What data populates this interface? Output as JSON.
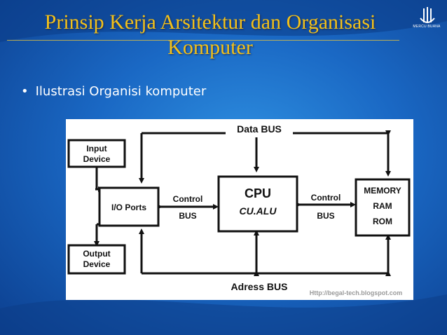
{
  "slide": {
    "title": "Prinsip Kerja Arsitektur dan Organisasi Komputer",
    "logo_text": "MERCU BUANA",
    "bullet": "Ilustrasi Organisi komputer"
  },
  "diagram": {
    "data_bus": "Data BUS",
    "adress_bus": "Adress BUS",
    "input_device_1": "Input",
    "input_device_2": "Device",
    "output_device_1": "Output",
    "output_device_2": "Device",
    "io_ports": "I/O Ports",
    "control_left_1": "Control",
    "control_left_2": "BUS",
    "cpu_1": "CPU",
    "cpu_2": "CU.ALU",
    "control_right_1": "Control",
    "control_right_2": "BUS",
    "memory_1": "MEMORY",
    "memory_2": "RAM",
    "memory_3": "ROM",
    "watermark": "Http://begal-tech.blogspot.com"
  }
}
